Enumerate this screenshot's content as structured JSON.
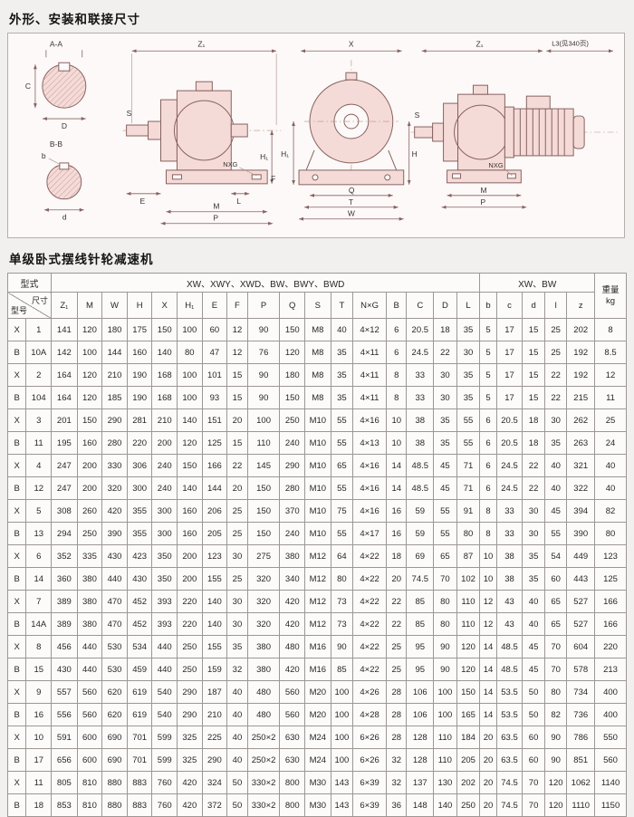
{
  "page": {
    "title1": "外形、安装和联接尺寸",
    "title2": "单级卧式摆线针轮减速机"
  },
  "drawing": {
    "section_aa": "A-A",
    "section_bb": "B-B",
    "dim_c": "C",
    "dim_d_upper": "D",
    "dim_b": "b",
    "dim_d_lower": "d",
    "view2": {
      "z1": "Z₁",
      "s": "S",
      "e": "E",
      "m": "M",
      "p": "P",
      "l": "L",
      "f": "F",
      "nxg": "NXG",
      "h1": "H₁"
    },
    "view3": {
      "x": "X",
      "h": "H",
      "h1": "H₁",
      "q": "Q",
      "t": "T",
      "w": "W"
    },
    "view4": {
      "z1": "Z₁",
      "l3": "L3(见340页)",
      "s": "S",
      "nxg": "NXG",
      "m": "M",
      "p": "P"
    }
  },
  "table": {
    "header": {
      "type_label": "型式",
      "size_label": "尺寸",
      "model_label": "型号",
      "group1": "XW、XWY、XWD、BW、BWY、BWD",
      "group2": "XW、BW",
      "weight_label": "重量",
      "weight_unit": "kg",
      "columns": [
        "Z₁",
        "M",
        "W",
        "H",
        "X",
        "H₁",
        "E",
        "F",
        "P",
        "Q",
        "S",
        "T",
        "N×G",
        "B",
        "C",
        "D",
        "L",
        "b",
        "c",
        "d",
        "l",
        "z"
      ]
    },
    "rows": [
      {
        "series": "X",
        "model": "1",
        "values": [
          "141",
          "120",
          "180",
          "175",
          "150",
          "100",
          "60",
          "12",
          "90",
          "150",
          "M8",
          "40",
          "4×12",
          "6",
          "20.5",
          "18",
          "35",
          "5",
          "17",
          "15",
          "25",
          "202"
        ],
        "weight": "8"
      },
      {
        "series": "B",
        "model": "10A",
        "values": [
          "142",
          "100",
          "144",
          "160",
          "140",
          "80",
          "47",
          "12",
          "76",
          "120",
          "M8",
          "35",
          "4×11",
          "6",
          "24.5",
          "22",
          "30",
          "5",
          "17",
          "15",
          "25",
          "192"
        ],
        "weight": "8.5"
      },
      {
        "series": "X",
        "model": "2",
        "values": [
          "164",
          "120",
          "210",
          "190",
          "168",
          "100",
          "101",
          "15",
          "90",
          "180",
          "M8",
          "35",
          "4×11",
          "8",
          "33",
          "30",
          "35",
          "5",
          "17",
          "15",
          "22",
          "192"
        ],
        "weight": "12"
      },
      {
        "series": "B",
        "model": "104",
        "values": [
          "164",
          "120",
          "185",
          "190",
          "168",
          "100",
          "93",
          "15",
          "90",
          "150",
          "M8",
          "35",
          "4×11",
          "8",
          "33",
          "30",
          "35",
          "5",
          "17",
          "15",
          "22",
          "215"
        ],
        "weight": "11"
      },
      {
        "series": "X",
        "model": "3",
        "values": [
          "201",
          "150",
          "290",
          "281",
          "210",
          "140",
          "151",
          "20",
          "100",
          "250",
          "M10",
          "55",
          "4×16",
          "10",
          "38",
          "35",
          "55",
          "6",
          "20.5",
          "18",
          "30",
          "262"
        ],
        "weight": "25"
      },
      {
        "series": "B",
        "model": "11",
        "values": [
          "195",
          "160",
          "280",
          "220",
          "200",
          "120",
          "125",
          "15",
          "110",
          "240",
          "M10",
          "55",
          "4×13",
          "10",
          "38",
          "35",
          "55",
          "6",
          "20.5",
          "18",
          "35",
          "263"
        ],
        "weight": "24"
      },
      {
        "series": "X",
        "model": "4",
        "values": [
          "247",
          "200",
          "330",
          "306",
          "240",
          "150",
          "166",
          "22",
          "145",
          "290",
          "M10",
          "65",
          "4×16",
          "14",
          "48.5",
          "45",
          "71",
          "6",
          "24.5",
          "22",
          "40",
          "321"
        ],
        "weight": "40"
      },
      {
        "series": "B",
        "model": "12",
        "values": [
          "247",
          "200",
          "320",
          "300",
          "240",
          "140",
          "144",
          "20",
          "150",
          "280",
          "M10",
          "55",
          "4×16",
          "14",
          "48.5",
          "45",
          "71",
          "6",
          "24.5",
          "22",
          "40",
          "322"
        ],
        "weight": "40"
      },
      {
        "series": "X",
        "model": "5",
        "values": [
          "308",
          "260",
          "420",
          "355",
          "300",
          "160",
          "206",
          "25",
          "150",
          "370",
          "M10",
          "75",
          "4×16",
          "16",
          "59",
          "55",
          "91",
          "8",
          "33",
          "30",
          "45",
          "394"
        ],
        "weight": "82"
      },
      {
        "series": "B",
        "model": "13",
        "values": [
          "294",
          "250",
          "390",
          "355",
          "300",
          "160",
          "205",
          "25",
          "150",
          "240",
          "M10",
          "55",
          "4×17",
          "16",
          "59",
          "55",
          "80",
          "8",
          "33",
          "30",
          "55",
          "390"
        ],
        "weight": "80"
      },
      {
        "series": "X",
        "model": "6",
        "values": [
          "352",
          "335",
          "430",
          "423",
          "350",
          "200",
          "123",
          "30",
          "275",
          "380",
          "M12",
          "64",
          "4×22",
          "18",
          "69",
          "65",
          "87",
          "10",
          "38",
          "35",
          "54",
          "449"
        ],
        "weight": "123"
      },
      {
        "series": "B",
        "model": "14",
        "values": [
          "360",
          "380",
          "440",
          "430",
          "350",
          "200",
          "155",
          "25",
          "320",
          "340",
          "M12",
          "80",
          "4×22",
          "20",
          "74.5",
          "70",
          "102",
          "10",
          "38",
          "35",
          "60",
          "443"
        ],
        "weight": "125"
      },
      {
        "series": "X",
        "model": "7",
        "values": [
          "389",
          "380",
          "470",
          "452",
          "393",
          "220",
          "140",
          "30",
          "320",
          "420",
          "M12",
          "73",
          "4×22",
          "22",
          "85",
          "80",
          "110",
          "12",
          "43",
          "40",
          "65",
          "527"
        ],
        "weight": "166"
      },
      {
        "series": "B",
        "model": "14A",
        "values": [
          "389",
          "380",
          "470",
          "452",
          "393",
          "220",
          "140",
          "30",
          "320",
          "420",
          "M12",
          "73",
          "4×22",
          "22",
          "85",
          "80",
          "110",
          "12",
          "43",
          "40",
          "65",
          "527"
        ],
        "weight": "166"
      },
      {
        "series": "X",
        "model": "8",
        "values": [
          "456",
          "440",
          "530",
          "534",
          "440",
          "250",
          "155",
          "35",
          "380",
          "480",
          "M16",
          "90",
          "4×22",
          "25",
          "95",
          "90",
          "120",
          "14",
          "48.5",
          "45",
          "70",
          "604"
        ],
        "weight": "220"
      },
      {
        "series": "B",
        "model": "15",
        "values": [
          "430",
          "440",
          "530",
          "459",
          "440",
          "250",
          "159",
          "32",
          "380",
          "420",
          "M16",
          "85",
          "4×22",
          "25",
          "95",
          "90",
          "120",
          "14",
          "48.5",
          "45",
          "70",
          "578"
        ],
        "weight": "213"
      },
      {
        "series": "X",
        "model": "9",
        "values": [
          "557",
          "560",
          "620",
          "619",
          "540",
          "290",
          "187",
          "40",
          "480",
          "560",
          "M20",
          "100",
          "4×26",
          "28",
          "106",
          "100",
          "150",
          "14",
          "53.5",
          "50",
          "80",
          "734"
        ],
        "weight": "400"
      },
      {
        "series": "B",
        "model": "16",
        "values": [
          "556",
          "560",
          "620",
          "619",
          "540",
          "290",
          "210",
          "40",
          "480",
          "560",
          "M20",
          "100",
          "4×28",
          "28",
          "106",
          "100",
          "165",
          "14",
          "53.5",
          "50",
          "82",
          "736"
        ],
        "weight": "400"
      },
      {
        "series": "X",
        "model": "10",
        "values": [
          "591",
          "600",
          "690",
          "701",
          "599",
          "325",
          "225",
          "40",
          "250×2",
          "630",
          "M24",
          "100",
          "6×26",
          "28",
          "128",
          "110",
          "184",
          "20",
          "63.5",
          "60",
          "90",
          "786"
        ],
        "weight": "550"
      },
      {
        "series": "B",
        "model": "17",
        "values": [
          "656",
          "600",
          "690",
          "701",
          "599",
          "325",
          "290",
          "40",
          "250×2",
          "630",
          "M24",
          "100",
          "6×26",
          "32",
          "128",
          "110",
          "205",
          "20",
          "63.5",
          "60",
          "90",
          "851"
        ],
        "weight": "560"
      },
      {
        "series": "X",
        "model": "11",
        "values": [
          "805",
          "810",
          "880",
          "883",
          "760",
          "420",
          "324",
          "50",
          "330×2",
          "800",
          "M30",
          "143",
          "6×39",
          "32",
          "137",
          "130",
          "202",
          "20",
          "74.5",
          "70",
          "120",
          "1062"
        ],
        "weight": "1140"
      },
      {
        "series": "B",
        "model": "18",
        "values": [
          "853",
          "810",
          "880",
          "883",
          "760",
          "420",
          "372",
          "50",
          "330×2",
          "800",
          "M30",
          "143",
          "6×39",
          "36",
          "148",
          "140",
          "250",
          "20",
          "74.5",
          "70",
          "120",
          "1110"
        ],
        "weight": "1150"
      }
    ]
  }
}
